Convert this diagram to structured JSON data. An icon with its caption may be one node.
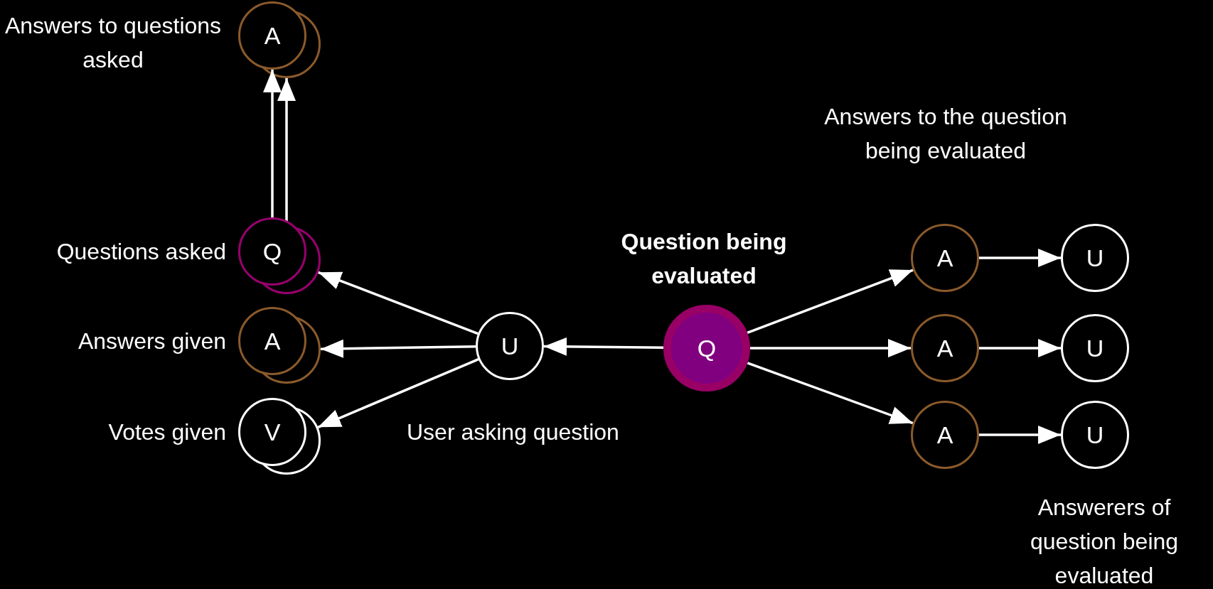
{
  "diagram": {
    "nodes": [
      {
        "text": [
          "A"
        ],
        "beside": [
          "Answers to questions asked"
        ]
      },
      {
        "text": [
          "Q"
        ],
        "beside": [
          "Questions asked"
        ]
      },
      {
        "text": [
          "A"
        ],
        "beside": [
          "Answers given"
        ]
      },
      {
        "text": [
          "V"
        ],
        "beside": [
          "Votes given"
        ]
      },
      {
        "text": [
          "U"
        ],
        "beside": [
          "User asking question"
        ]
      },
      {
        "text": [
          "Q"
        ],
        "beside": [
          "Question being evaluated"
        ]
      },
      {
        "text": [
          "A"
        ],
        "beside": [
          "Answers to the question being evaluated"
        ]
      },
      {
        "text": [
          "A"
        ]
      },
      {
        "text": [
          "A"
        ]
      },
      {
        "text": [
          "U"
        ]
      },
      {
        "text": [
          "U"
        ]
      },
      {
        "text": [
          "U"
        ],
        "beside": [
          "Answerers of question being evaluated"
        ]
      }
    ],
    "edges": [
      {
        "from": 1,
        "to": 0,
        "arrow": "to"
      },
      {
        "from": 1,
        "to": 0,
        "arrow": "to"
      },
      {
        "from": 4,
        "to": 1,
        "arrow": "to"
      },
      {
        "from": 4,
        "to": 2,
        "arrow": "to"
      },
      {
        "from": 4,
        "to": 3,
        "arrow": "to"
      },
      {
        "from": 5,
        "to": 4,
        "arrow": "to"
      },
      {
        "from": 5,
        "to": 6,
        "arrow": "to"
      },
      {
        "from": 5,
        "to": 7,
        "arrow": "to"
      },
      {
        "from": 5,
        "to": 8,
        "arrow": "to"
      },
      {
        "from": 6,
        "to": 9,
        "arrow": "to"
      },
      {
        "from": 7,
        "to": 10,
        "arrow": "to"
      },
      {
        "from": 8,
        "to": 11,
        "arrow": "to"
      }
    ]
  }
}
